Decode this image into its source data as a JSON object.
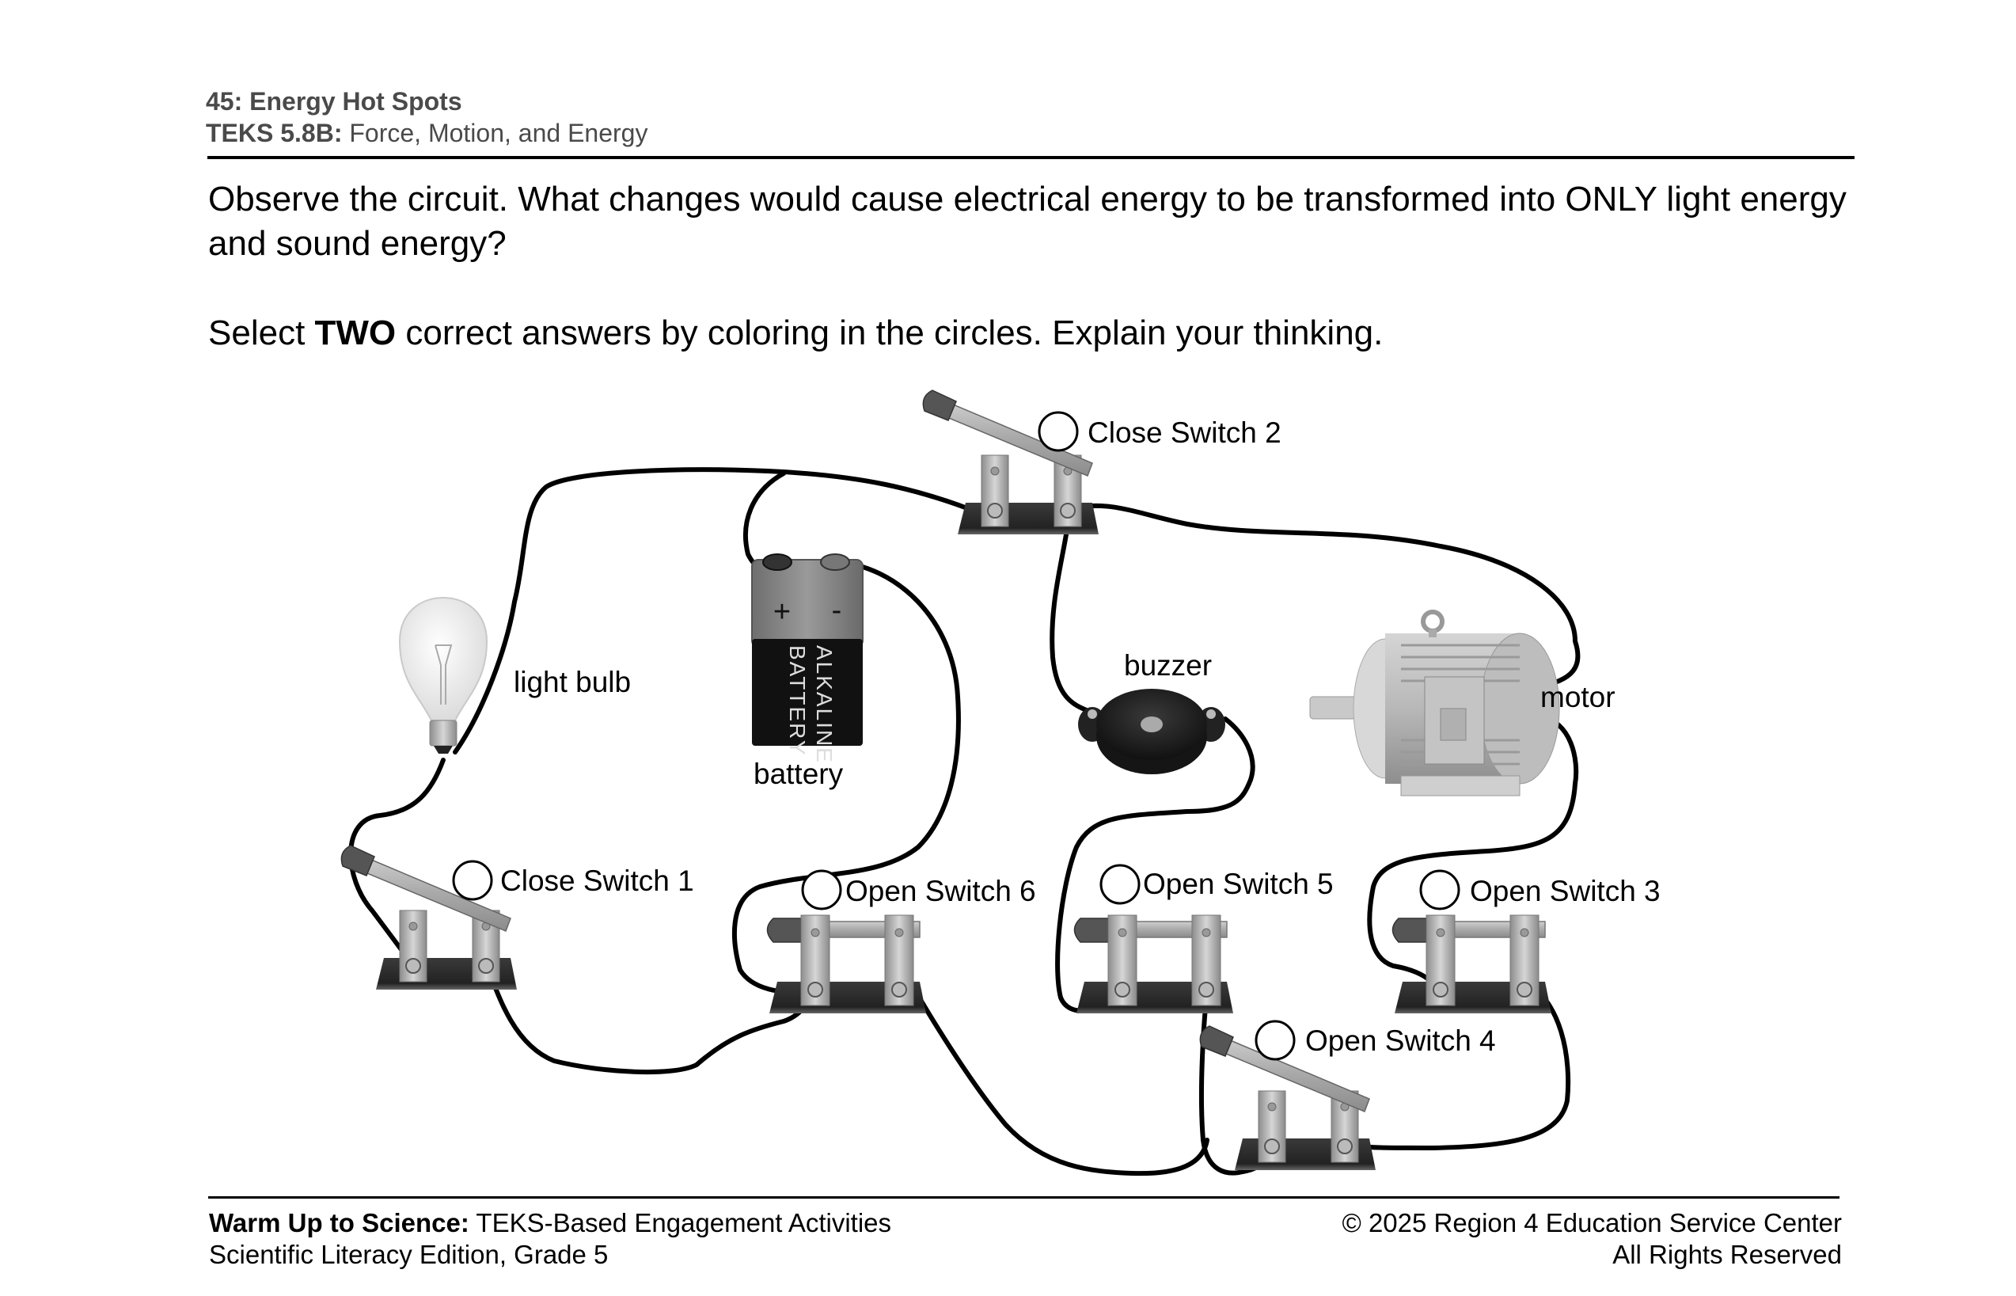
{
  "header": {
    "title": "45: Energy Hot Spots",
    "teks_label": "TEKS 5.8B:",
    "teks_topic": "Force, Motion, and Energy"
  },
  "question": {
    "prompt": "Observe the circuit. What changes would cause electrical energy to be transformed into ONLY light energy and sound energy?",
    "instruction_pre": "Select ",
    "instruction_bold": "TWO",
    "instruction_post": " correct answers by coloring in the circles. Explain your thinking."
  },
  "diagram": {
    "components": {
      "light_bulb": "light bulb",
      "battery": "battery",
      "battery_brand_line1": "ALKALINE",
      "battery_brand_line2": "BATTERY",
      "battery_plus": "+",
      "battery_minus": "-",
      "buzzer": "buzzer",
      "motor": "motor"
    },
    "options": [
      {
        "id": "close-switch-2",
        "label": "Close Switch 2",
        "selected": false,
        "switch_state": "open"
      },
      {
        "id": "close-switch-1",
        "label": "Close Switch 1",
        "selected": false,
        "switch_state": "open"
      },
      {
        "id": "open-switch-6",
        "label": "Open Switch 6",
        "selected": false,
        "switch_state": "closed"
      },
      {
        "id": "open-switch-5",
        "label": "Open Switch 5",
        "selected": false,
        "switch_state": "closed"
      },
      {
        "id": "open-switch-3",
        "label": "Open Switch 3",
        "selected": false,
        "switch_state": "closed"
      },
      {
        "id": "open-switch-4",
        "label": "Open Switch 4",
        "selected": false,
        "switch_state": "open"
      }
    ]
  },
  "footer": {
    "left_bold": "Warm Up to Science:",
    "left_line1": " TEKS-Based Engagement Activities",
    "left_line2": "Scientific Literacy Edition, Grade 5",
    "right_line1": "© 2025 Region 4 Education Service Center",
    "right_line2": "All Rights Reserved"
  }
}
